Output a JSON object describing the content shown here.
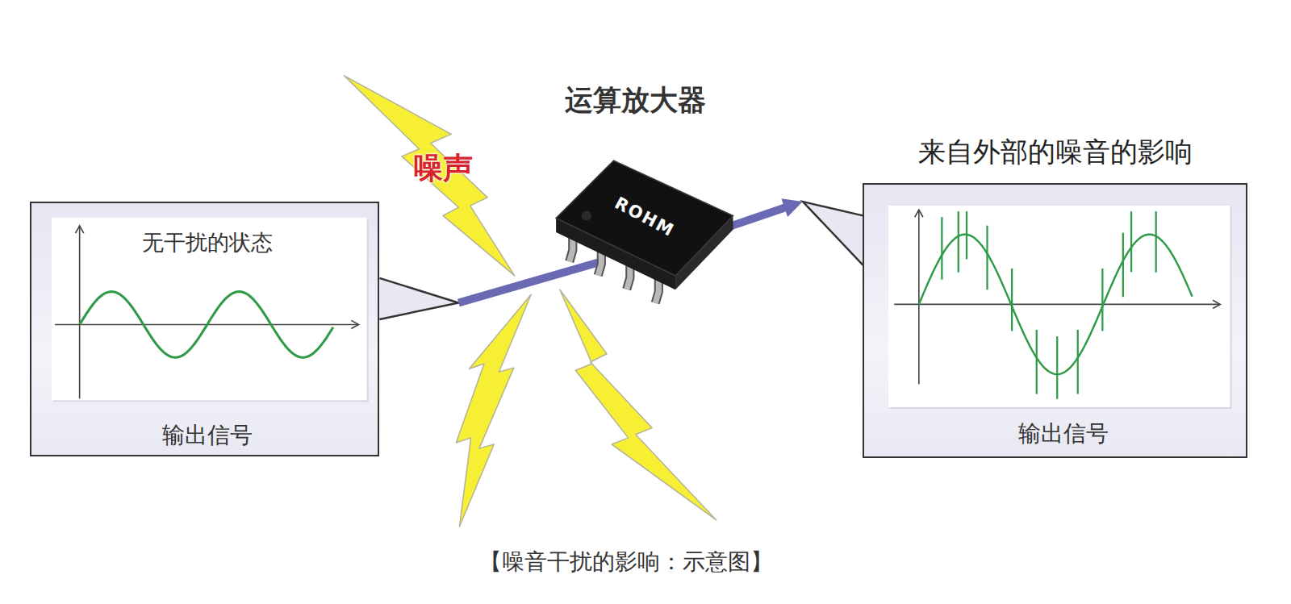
{
  "diagram": {
    "caption": "【噪音干扰的影响：示意图】",
    "nodes": [
      {
        "text": [
          "无干扰的状态",
          "输出信号"
        ]
      },
      {
        "text": [
          "ROHM"
        ]
      },
      {
        "text": [
          "来自外部的噪音的影响",
          "输出信号"
        ]
      }
    ],
    "edges": [
      {
        "from": 0,
        "to": 1,
        "arrow": "none"
      },
      {
        "from": 1,
        "to": 2,
        "arrow": "to"
      }
    ],
    "labels": [
      "运算放大器",
      "噪声"
    ]
  }
}
